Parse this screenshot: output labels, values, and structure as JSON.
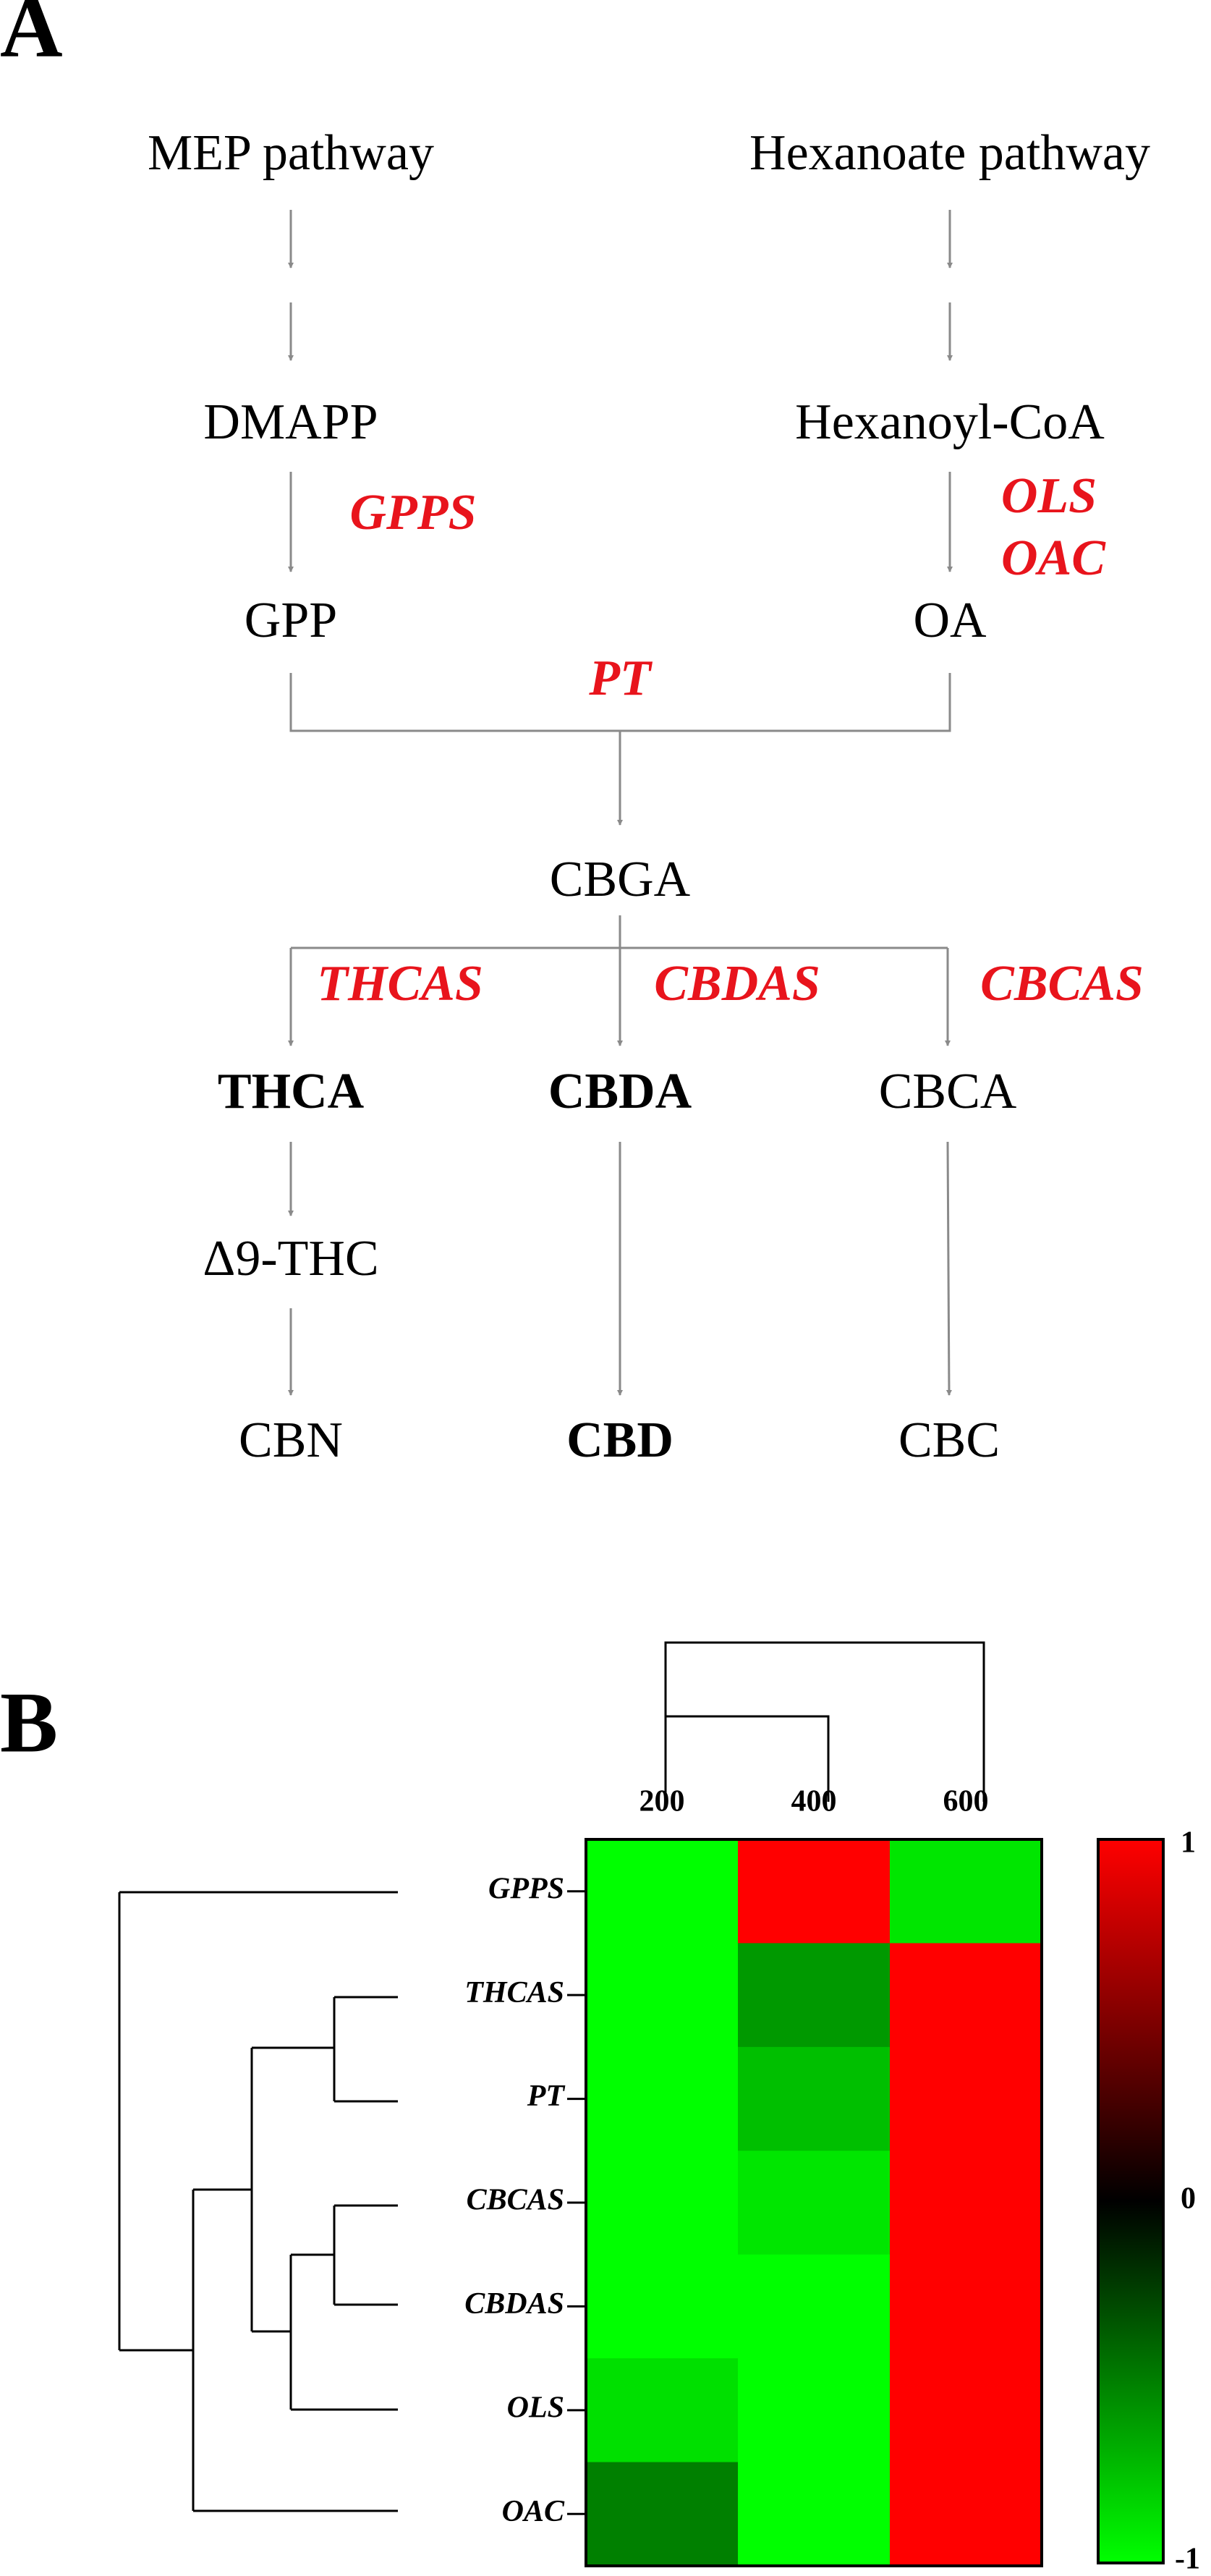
{
  "panel_a": {
    "label": "A",
    "nodes": {
      "mep": "MEP pathway",
      "hex_path": "Hexanoate pathway",
      "dmapp": "DMAPP",
      "hexcoa": "Hexanoyl-CoA",
      "gpp": "GPP",
      "oa": "OA",
      "cbga": "CBGA",
      "thca": "THCA",
      "cbda": "CBDA",
      "cbca": "CBCA",
      "d9thc": "Δ9-THC",
      "cbn": "CBN",
      "cbd": "CBD",
      "cbc": "CBC"
    },
    "enzymes": {
      "gpps": "GPPS",
      "ols": "OLS",
      "oac": "OAC",
      "pt": "PT",
      "thcas": "THCAS",
      "cbdas": "CBDAS",
      "cbcas": "CBCAS"
    },
    "enzyme_color": "#e8141c",
    "arrow_color": "#8a8a8a"
  },
  "panel_b": {
    "label": "B",
    "chart_data": {
      "type": "heatmap",
      "columns": [
        "200",
        "400",
        "600"
      ],
      "rows": [
        "GPPS",
        "THCAS",
        "PT",
        "CBCAS",
        "CBDAS",
        "OLS",
        "OAC"
      ],
      "values": [
        [
          -1.0,
          1.0,
          -0.9
        ],
        [
          -1.0,
          -0.6,
          1.0
        ],
        [
          -1.0,
          -0.75,
          1.0
        ],
        [
          -1.0,
          -0.9,
          1.0
        ],
        [
          -1.0,
          -1.0,
          1.0
        ],
        [
          -0.88,
          -1.0,
          1.0
        ],
        [
          -0.5,
          -1.0,
          1.0
        ]
      ],
      "color_scale": {
        "min": -1,
        "max": 1,
        "low_color": "#00ff00",
        "mid_color": "#000000",
        "high_color": "#ff0000"
      },
      "colorbar_ticks": [
        "1",
        "0",
        "-1"
      ],
      "column_dendrogram": "(200,400),600",
      "row_dendrogram": "(GPPS,(((THCAS,PT),((CBCAS,CBDAS),OLS)),OAC))"
    }
  }
}
